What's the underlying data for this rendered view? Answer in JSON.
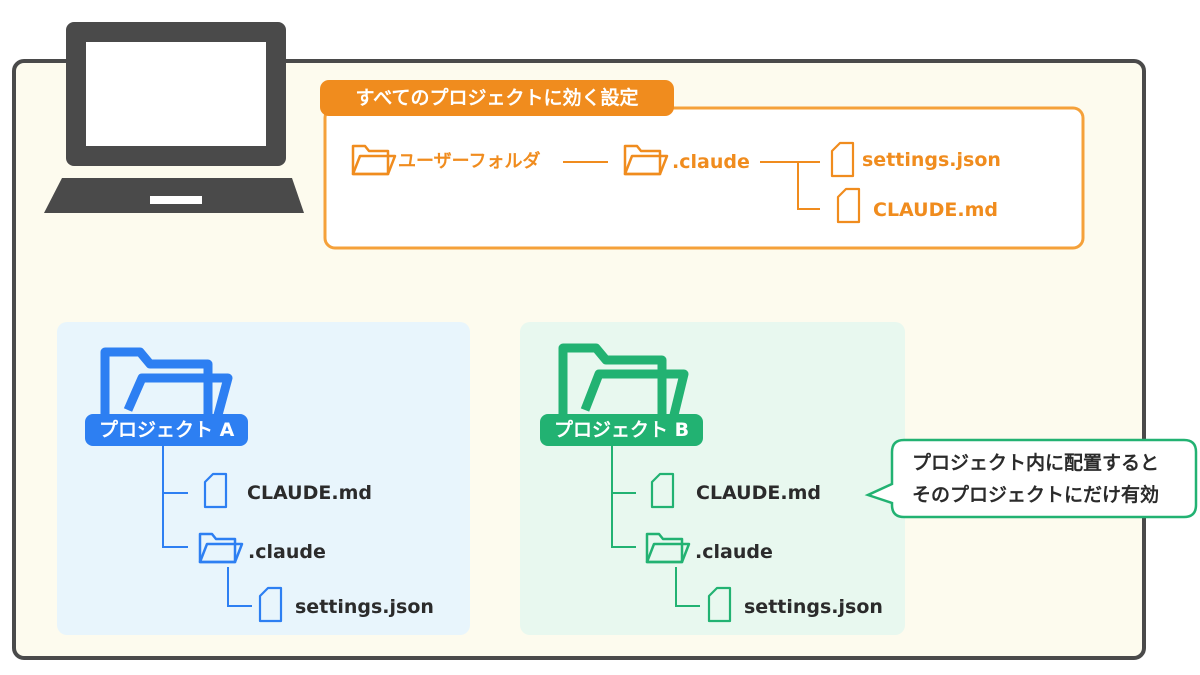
{
  "global": {
    "title": "すべてのプロジェクトに効く設定",
    "user_folder": "ユーザーフォルダ",
    "claude_folder": ".claude",
    "settings_file": "settings.json",
    "claude_md": "CLAUDE.md"
  },
  "project_a": {
    "name": "プロジェクト A",
    "claude_md": "CLAUDE.md",
    "claude_folder": ".claude",
    "settings_file": "settings.json"
  },
  "project_b": {
    "name": "プロジェクト B",
    "claude_md": "CLAUDE.md",
    "claude_folder": ".claude",
    "settings_file": "settings.json"
  },
  "callout": {
    "line1": "プロジェクト内に配置すると",
    "line2": "そのプロジェクトにだけ有効"
  },
  "colors": {
    "orange": "#f08c1e",
    "blue": "#2d7ff2",
    "green": "#22b272",
    "computer": "#4a4a4a",
    "frame_bg": "#fdfbee"
  }
}
